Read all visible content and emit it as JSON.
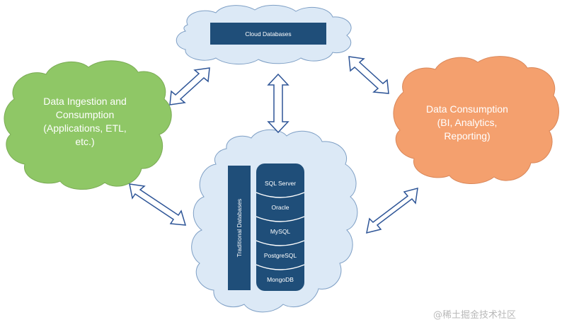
{
  "colors": {
    "cloud_blue": "#dce9f6",
    "cloud_blue_stroke": "#7e9fc5",
    "cloud_green": "#8fc766",
    "cloud_orange": "#f4a06e",
    "navy": "#1f4e79",
    "arrow_fill": "#ffffff",
    "arrow_stroke": "#2e5597"
  },
  "cloud_databases": {
    "label": "Cloud Databases"
  },
  "data_ingestion": {
    "lines": [
      "Data Ingestion and",
      "Consumption",
      "(Applications, ETL,",
      "etc.)"
    ]
  },
  "data_consumption": {
    "lines": [
      "Data Consumption",
      "(BI, Analytics,",
      "Reporting)"
    ]
  },
  "traditional": {
    "label": "Traditional Databases",
    "databases": [
      "SQL Server",
      "Oracle",
      "MySQL",
      "PostgreSQL",
      "MongoDB"
    ]
  },
  "watermark": "@稀土掘金技术社区"
}
